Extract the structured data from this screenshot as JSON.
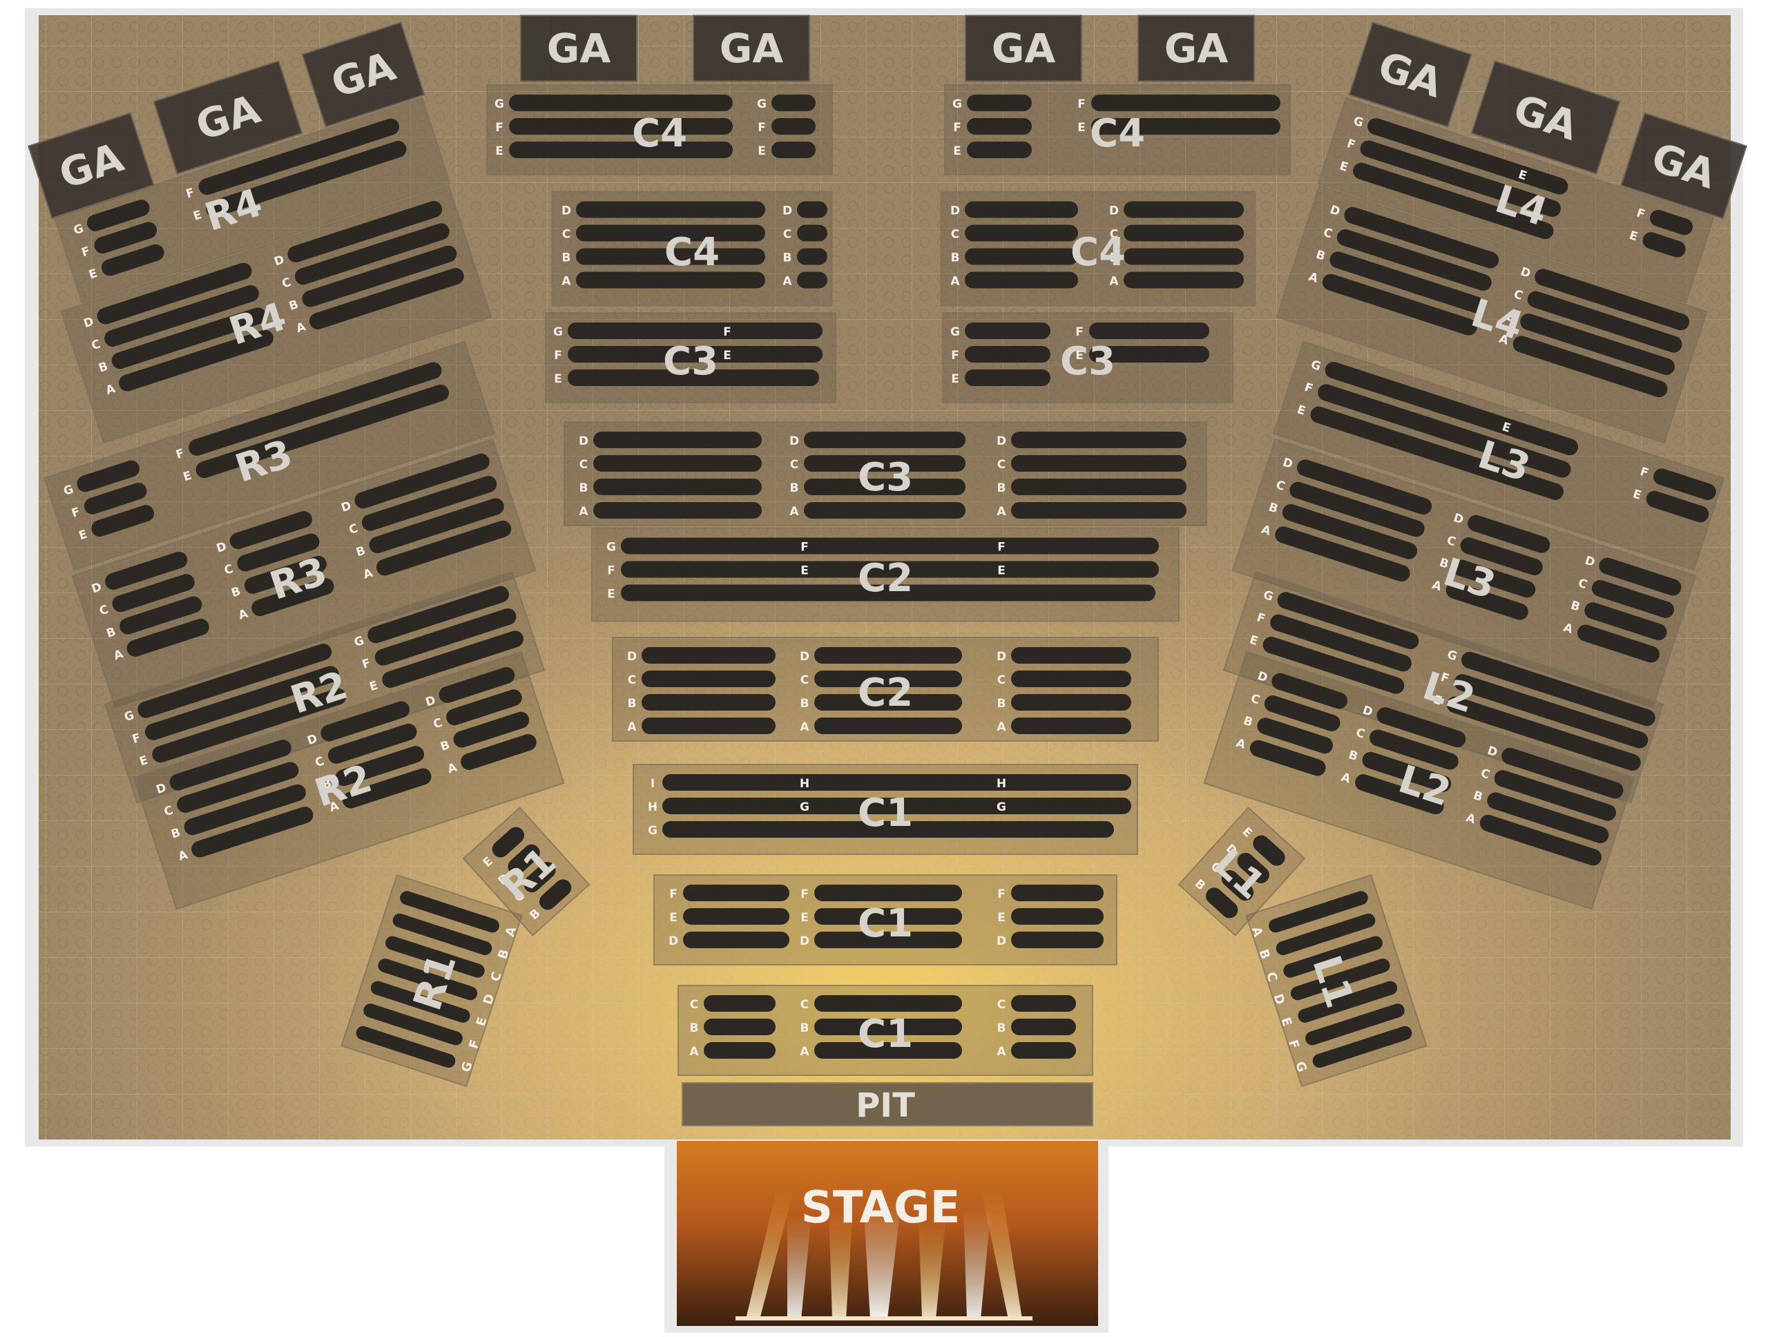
{
  "venue": {
    "stage_label": "STAGE",
    "pit_label": "PIT",
    "ga_label": "GA"
  },
  "colors": {
    "floor": "#b6a07d",
    "floor_glow": "#f1c85a",
    "seat_row": "#2b2723",
    "section_tint": "#5a4f42",
    "ga_box": "#3a3530",
    "stage_light": "#f6c04a",
    "border": "#e3e3e3"
  },
  "sections": [
    {
      "name": "R4",
      "rows": [
        "G",
        "F",
        "E",
        "F",
        "E"
      ]
    },
    {
      "name": "R4",
      "rows": [
        "D",
        "C",
        "B",
        "A",
        "D",
        "C",
        "B",
        "A"
      ]
    },
    {
      "name": "R3",
      "rows": [
        "G",
        "F",
        "E",
        "F",
        "E"
      ]
    },
    {
      "name": "R3",
      "rows": [
        "D",
        "C",
        "B",
        "A",
        "D",
        "C",
        "B",
        "A",
        "D",
        "C",
        "B",
        "A"
      ]
    },
    {
      "name": "R2",
      "rows": [
        "G",
        "F",
        "E",
        "G",
        "F",
        "E"
      ]
    },
    {
      "name": "R2",
      "rows": [
        "D",
        "C",
        "B",
        "A",
        "D",
        "C",
        "B",
        "A",
        "D",
        "C",
        "B",
        "A"
      ]
    },
    {
      "name": "R1",
      "rows": [
        "E",
        "D",
        "C",
        "B"
      ]
    },
    {
      "name": "R1",
      "rows": [
        "G",
        "F",
        "E",
        "D",
        "C",
        "B",
        "A"
      ]
    },
    {
      "name": "C4",
      "rows": [
        "G",
        "F",
        "E",
        "G",
        "F",
        "E"
      ]
    },
    {
      "name": "C4",
      "rows": [
        "G",
        "F",
        "E",
        "F",
        "E"
      ]
    },
    {
      "name": "C4",
      "rows": [
        "D",
        "C",
        "B",
        "A",
        "D",
        "C",
        "B",
        "A"
      ]
    },
    {
      "name": "C4",
      "rows": [
        "D",
        "C",
        "B",
        "A",
        "D",
        "C",
        "B",
        "A"
      ]
    },
    {
      "name": "C3",
      "rows": [
        "G",
        "F",
        "E",
        "F",
        "E"
      ]
    },
    {
      "name": "C3",
      "rows": [
        "G",
        "F",
        "E",
        "F",
        "E"
      ]
    },
    {
      "name": "C3",
      "rows": [
        "D",
        "C",
        "B",
        "A",
        "D",
        "C",
        "B",
        "A",
        "D",
        "C",
        "B",
        "A"
      ]
    },
    {
      "name": "C2",
      "rows": [
        "G",
        "F",
        "E",
        "F",
        "E",
        "F",
        "E"
      ]
    },
    {
      "name": "C2",
      "rows": [
        "D",
        "C",
        "B",
        "A",
        "D",
        "C",
        "B",
        "A",
        "D",
        "C",
        "B",
        "A"
      ]
    },
    {
      "name": "C1",
      "rows": [
        "I",
        "H",
        "G",
        "H",
        "G",
        "H",
        "G"
      ]
    },
    {
      "name": "C1",
      "rows": [
        "F",
        "E",
        "D",
        "F",
        "E",
        "D",
        "F",
        "E",
        "D"
      ]
    },
    {
      "name": "C1",
      "rows": [
        "C",
        "B",
        "A",
        "C",
        "B",
        "A",
        "C",
        "B",
        "A"
      ]
    },
    {
      "name": "L4",
      "rows": [
        "G",
        "F",
        "E",
        "E",
        "F",
        "E"
      ]
    },
    {
      "name": "L4",
      "rows": [
        "D",
        "C",
        "B",
        "A",
        "D",
        "C",
        "B",
        "A"
      ]
    },
    {
      "name": "L3",
      "rows": [
        "G",
        "F",
        "E",
        "E",
        "F",
        "E"
      ]
    },
    {
      "name": "L3",
      "rows": [
        "D",
        "C",
        "B",
        "A",
        "D",
        "C",
        "B",
        "A",
        "D",
        "C",
        "B",
        "A"
      ]
    },
    {
      "name": "L2",
      "rows": [
        "G",
        "F",
        "E",
        "G",
        "F",
        "E"
      ]
    },
    {
      "name": "L2",
      "rows": [
        "D",
        "C",
        "B",
        "A",
        "D",
        "C",
        "B",
        "A",
        "D",
        "C",
        "B",
        "A"
      ]
    },
    {
      "name": "L1",
      "rows": [
        "E",
        "D",
        "C",
        "B"
      ]
    },
    {
      "name": "L1",
      "rows": [
        "A",
        "B",
        "C",
        "D",
        "E",
        "F",
        "G"
      ]
    }
  ]
}
